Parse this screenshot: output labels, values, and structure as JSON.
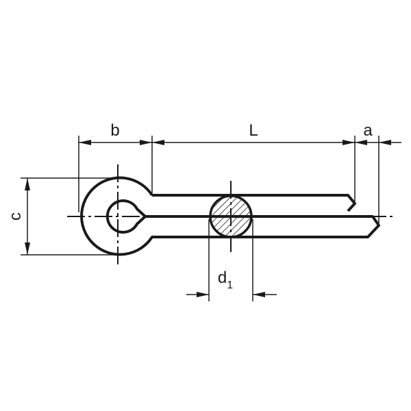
{
  "diagram": {
    "labels": {
      "b": "b",
      "L": "L",
      "a": "a",
      "c": "c",
      "d": "d",
      "d_sub": "1"
    }
  }
}
